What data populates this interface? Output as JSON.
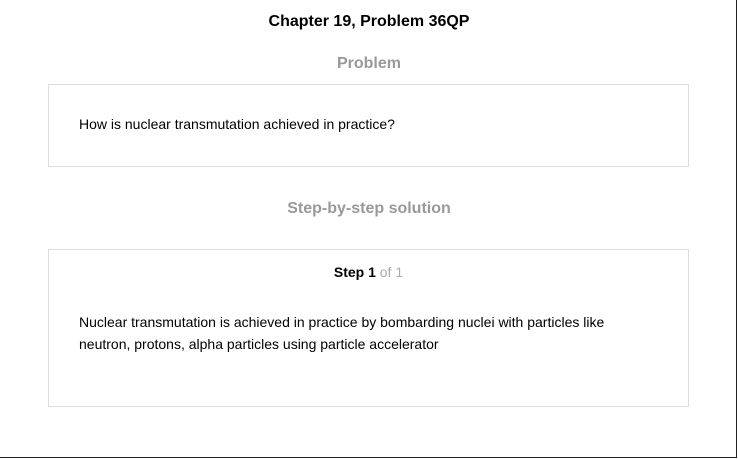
{
  "page": {
    "chapter_title": "Chapter 19, Problem 36QP"
  },
  "problem": {
    "heading": "Problem",
    "text": "How is nuclear transmutation achieved in practice?"
  },
  "solution": {
    "heading": "Step-by-step solution",
    "step_label": "Step 1",
    "step_of": "of 1",
    "text": "Nuclear transmutation is achieved in practice by bombarding nuclei with particles like neutron, protons, alpha particles using particle accelerator"
  }
}
